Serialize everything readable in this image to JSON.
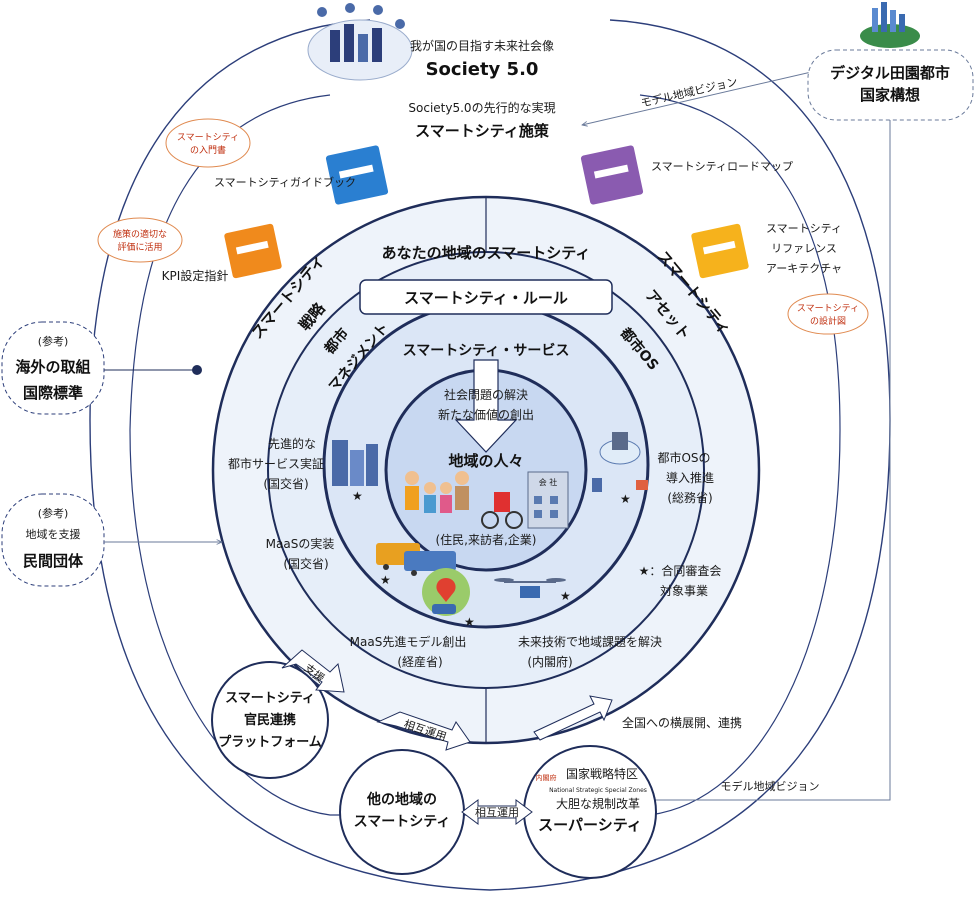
{
  "top": {
    "society_caption": "我が国の目指す未来社会像",
    "society_title": "Society 5.0",
    "smart_caption": "Society5.0の先行的な実現",
    "smart_title": "スマートシティ施策"
  },
  "digital": {
    "line1": "デジタル田園都市",
    "line2": "国家構想"
  },
  "arrows": {
    "model_vision_top": "モデル地域ビジョン",
    "model_vision_bottom": "モデル地域ビジョン",
    "nationwide": "全国への横展開、連携",
    "support": "支援",
    "mutual1": "相互運用",
    "mutual2": "相互運用"
  },
  "books": {
    "guidebook": "スマートシティガイドブック",
    "roadmap": "スマートシティロードマップ",
    "kpi": "KPI設定指針",
    "ra1": "スマートシティ",
    "ra2": "リファレンス",
    "ra3": "アーキテクチャ"
  },
  "bubbles": {
    "intro1": "スマートシティ",
    "intro2": "の入門書",
    "kpi1": "施策の適切な",
    "kpi2": "評価に活用",
    "ra1": "スマートシティ",
    "ra2": "の設計図"
  },
  "left": {
    "ref1": "(参考)",
    "intl1": "海外の取組",
    "intl2": "国際標準",
    "ref2": "(参考)",
    "support_region": "地域を支援",
    "private": "民間団体"
  },
  "rings": {
    "your_smart_city": "あなたの地域のスマートシティ",
    "rule": "スマートシティ・ルール",
    "strategy1": "スマートシティ",
    "strategy2": "戦略",
    "asset1": "スマートシティ",
    "asset2": "アセット",
    "mgmt1": "都市",
    "mgmt2": "マネジメント",
    "os": "都市OS",
    "service": "スマートシティ・サービス",
    "social1": "社会問題の解決",
    "social2": "新たな価値の創出",
    "people": "地域の人々",
    "people_sub": "(住民,来訪者,企業)",
    "company_sign": "会 社"
  },
  "projects": {
    "adv1": "先進的な",
    "adv2": "都市サービス実証",
    "adv3": "(国交省)",
    "maas1": "MaaSの実装",
    "maas2": "(国交省)",
    "maas_model1": "MaaS先進モデル創出",
    "maas_model2": "(経産省)",
    "future1": "未来技術で地域課題を解決",
    "future2": "(内閣府)",
    "os1": "都市OSの",
    "os2": "導入推進",
    "os3": "(総務省)",
    "joint1": "★：合同審査会",
    "joint2": "対象事業"
  },
  "bottom": {
    "platform1": "スマートシティ",
    "platform2": "官民連携",
    "platform3": "プラットフォーム",
    "other1": "他の地域の",
    "other2": "スマートシティ",
    "zone_jp": "国家戦略特区",
    "zone_en": "National Strategic Special Zones",
    "cabinet": "内閣府",
    "bold_reform": "大胆な規制改革",
    "super_city": "スーパーシティ"
  },
  "colors": {
    "navy": "#1f2d5a",
    "ring_line": "#2c3e7a",
    "outer_fill": "#eef3fa",
    "inner_fill": "#dbe6f6",
    "book_blue": "#2a7fd1",
    "book_purple": "#8a5bb0",
    "book_orange": "#f08a1c",
    "book_yellow": "#f6b21c",
    "bubble_red": "#c03010"
  },
  "icons": [
    "society-icon",
    "city-skyline-icon",
    "book-icon",
    "building-icon",
    "bus-icon",
    "map-pin-icon",
    "drone-icon",
    "cloud-icon",
    "people-icon",
    "star-icon"
  ]
}
